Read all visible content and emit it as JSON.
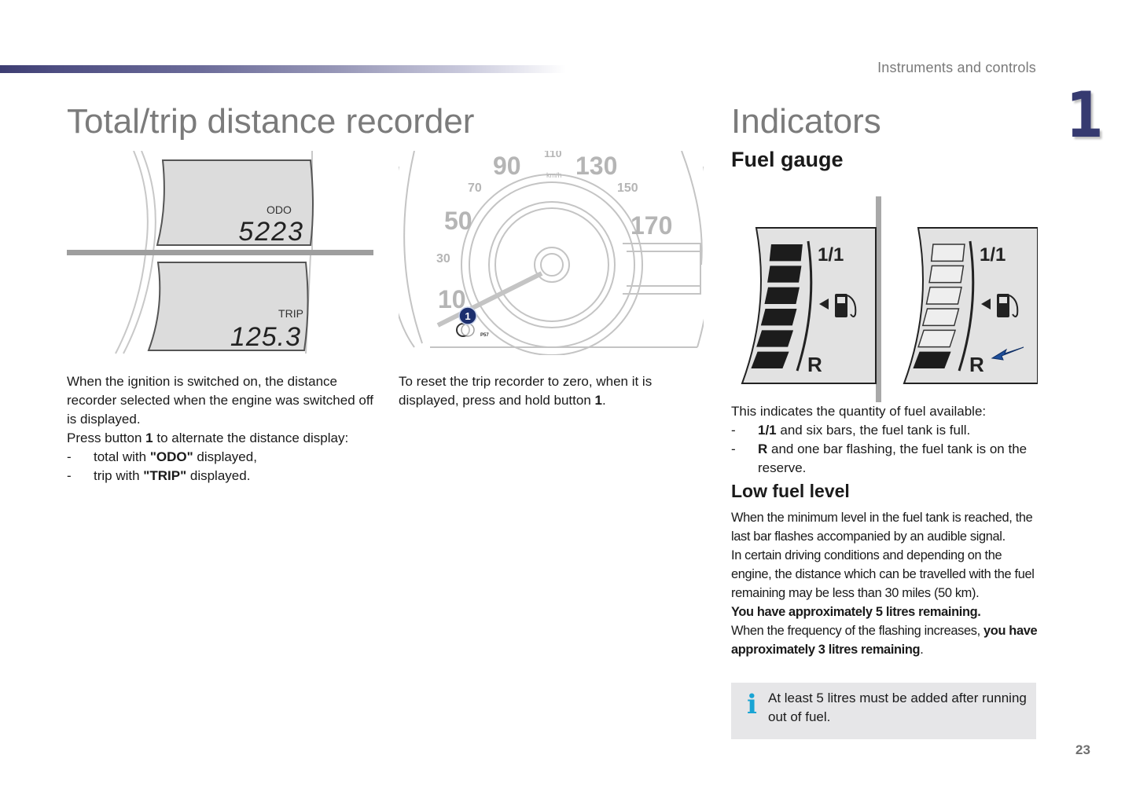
{
  "header": {
    "section_label": "Instruments and controls",
    "chapter_number": "1",
    "accent_color": "#363a70"
  },
  "left_section": {
    "title": "Total/trip distance recorder",
    "odo_display": {
      "label": "ODO",
      "value": "5223"
    },
    "trip_display": {
      "label": "TRIP",
      "value": "125.3"
    },
    "speedometer": {
      "unit": "km/h",
      "major_labels": [
        "10",
        "50",
        "90",
        "130",
        "170"
      ],
      "minor_labels": [
        "30",
        "70",
        "110",
        "150"
      ],
      "button_callout": "1",
      "button_code": "P57"
    },
    "col1": {
      "para1": "When the ignition is switched on, the distance recorder selected when the engine was switched off is displayed.",
      "para2_pre": "Press button ",
      "para2_bold": "1",
      "para2_post": " to alternate the distance display:",
      "bullets": [
        {
          "dash": "-",
          "pre": "total with ",
          "bold": "\"ODO\"",
          "post": " displayed,"
        },
        {
          "dash": "-",
          "pre": "trip with ",
          "bold": "\"TRIP\"",
          "post": " displayed."
        }
      ]
    },
    "col2": {
      "text_pre": "To reset the trip recorder to zero, when it is displayed, press and hold button ",
      "text_bold": "1",
      "text_post": "."
    }
  },
  "right_section": {
    "title": "Indicators",
    "fuel_gauge": {
      "heading": "Fuel gauge",
      "gauge_full": {
        "top_label": "1/1",
        "bottom_label": "R",
        "bars_total": 6,
        "bars_filled": 6
      },
      "gauge_reserve": {
        "top_label": "1/1",
        "bottom_label": "R",
        "bars_total": 6,
        "bars_filled": 1
      },
      "arrow_color": "#1f4f9a",
      "intro": "This indicates the quantity of fuel available:",
      "bullets": [
        {
          "dash": "-",
          "bold": "1/1",
          "post": " and six bars, the fuel tank is full."
        },
        {
          "dash": "-",
          "bold": "R",
          "post": " and one bar flashing, the fuel tank is on the reserve."
        }
      ]
    },
    "low_fuel": {
      "heading": "Low fuel level",
      "para1": "When the minimum level in the fuel tank is reached, the last bar flashes accompanied by an audible signal.",
      "para2": "In certain driving conditions and depending on the engine, the distance which can be travelled with the fuel remaining may be less than 30 miles (50 km).",
      "para3_bold": "You have approximately 5 litres remaining.",
      "para4_pre": "When the frequency of the flashing increases, ",
      "para4_bold": "you have approximately 3 litres remaining",
      "para4_post": "."
    },
    "info_box": {
      "icon": "i",
      "text": "At least 5 litres must be added after running out of fuel.",
      "icon_color": "#19a4d4"
    }
  },
  "footer": {
    "page_number": "23"
  }
}
